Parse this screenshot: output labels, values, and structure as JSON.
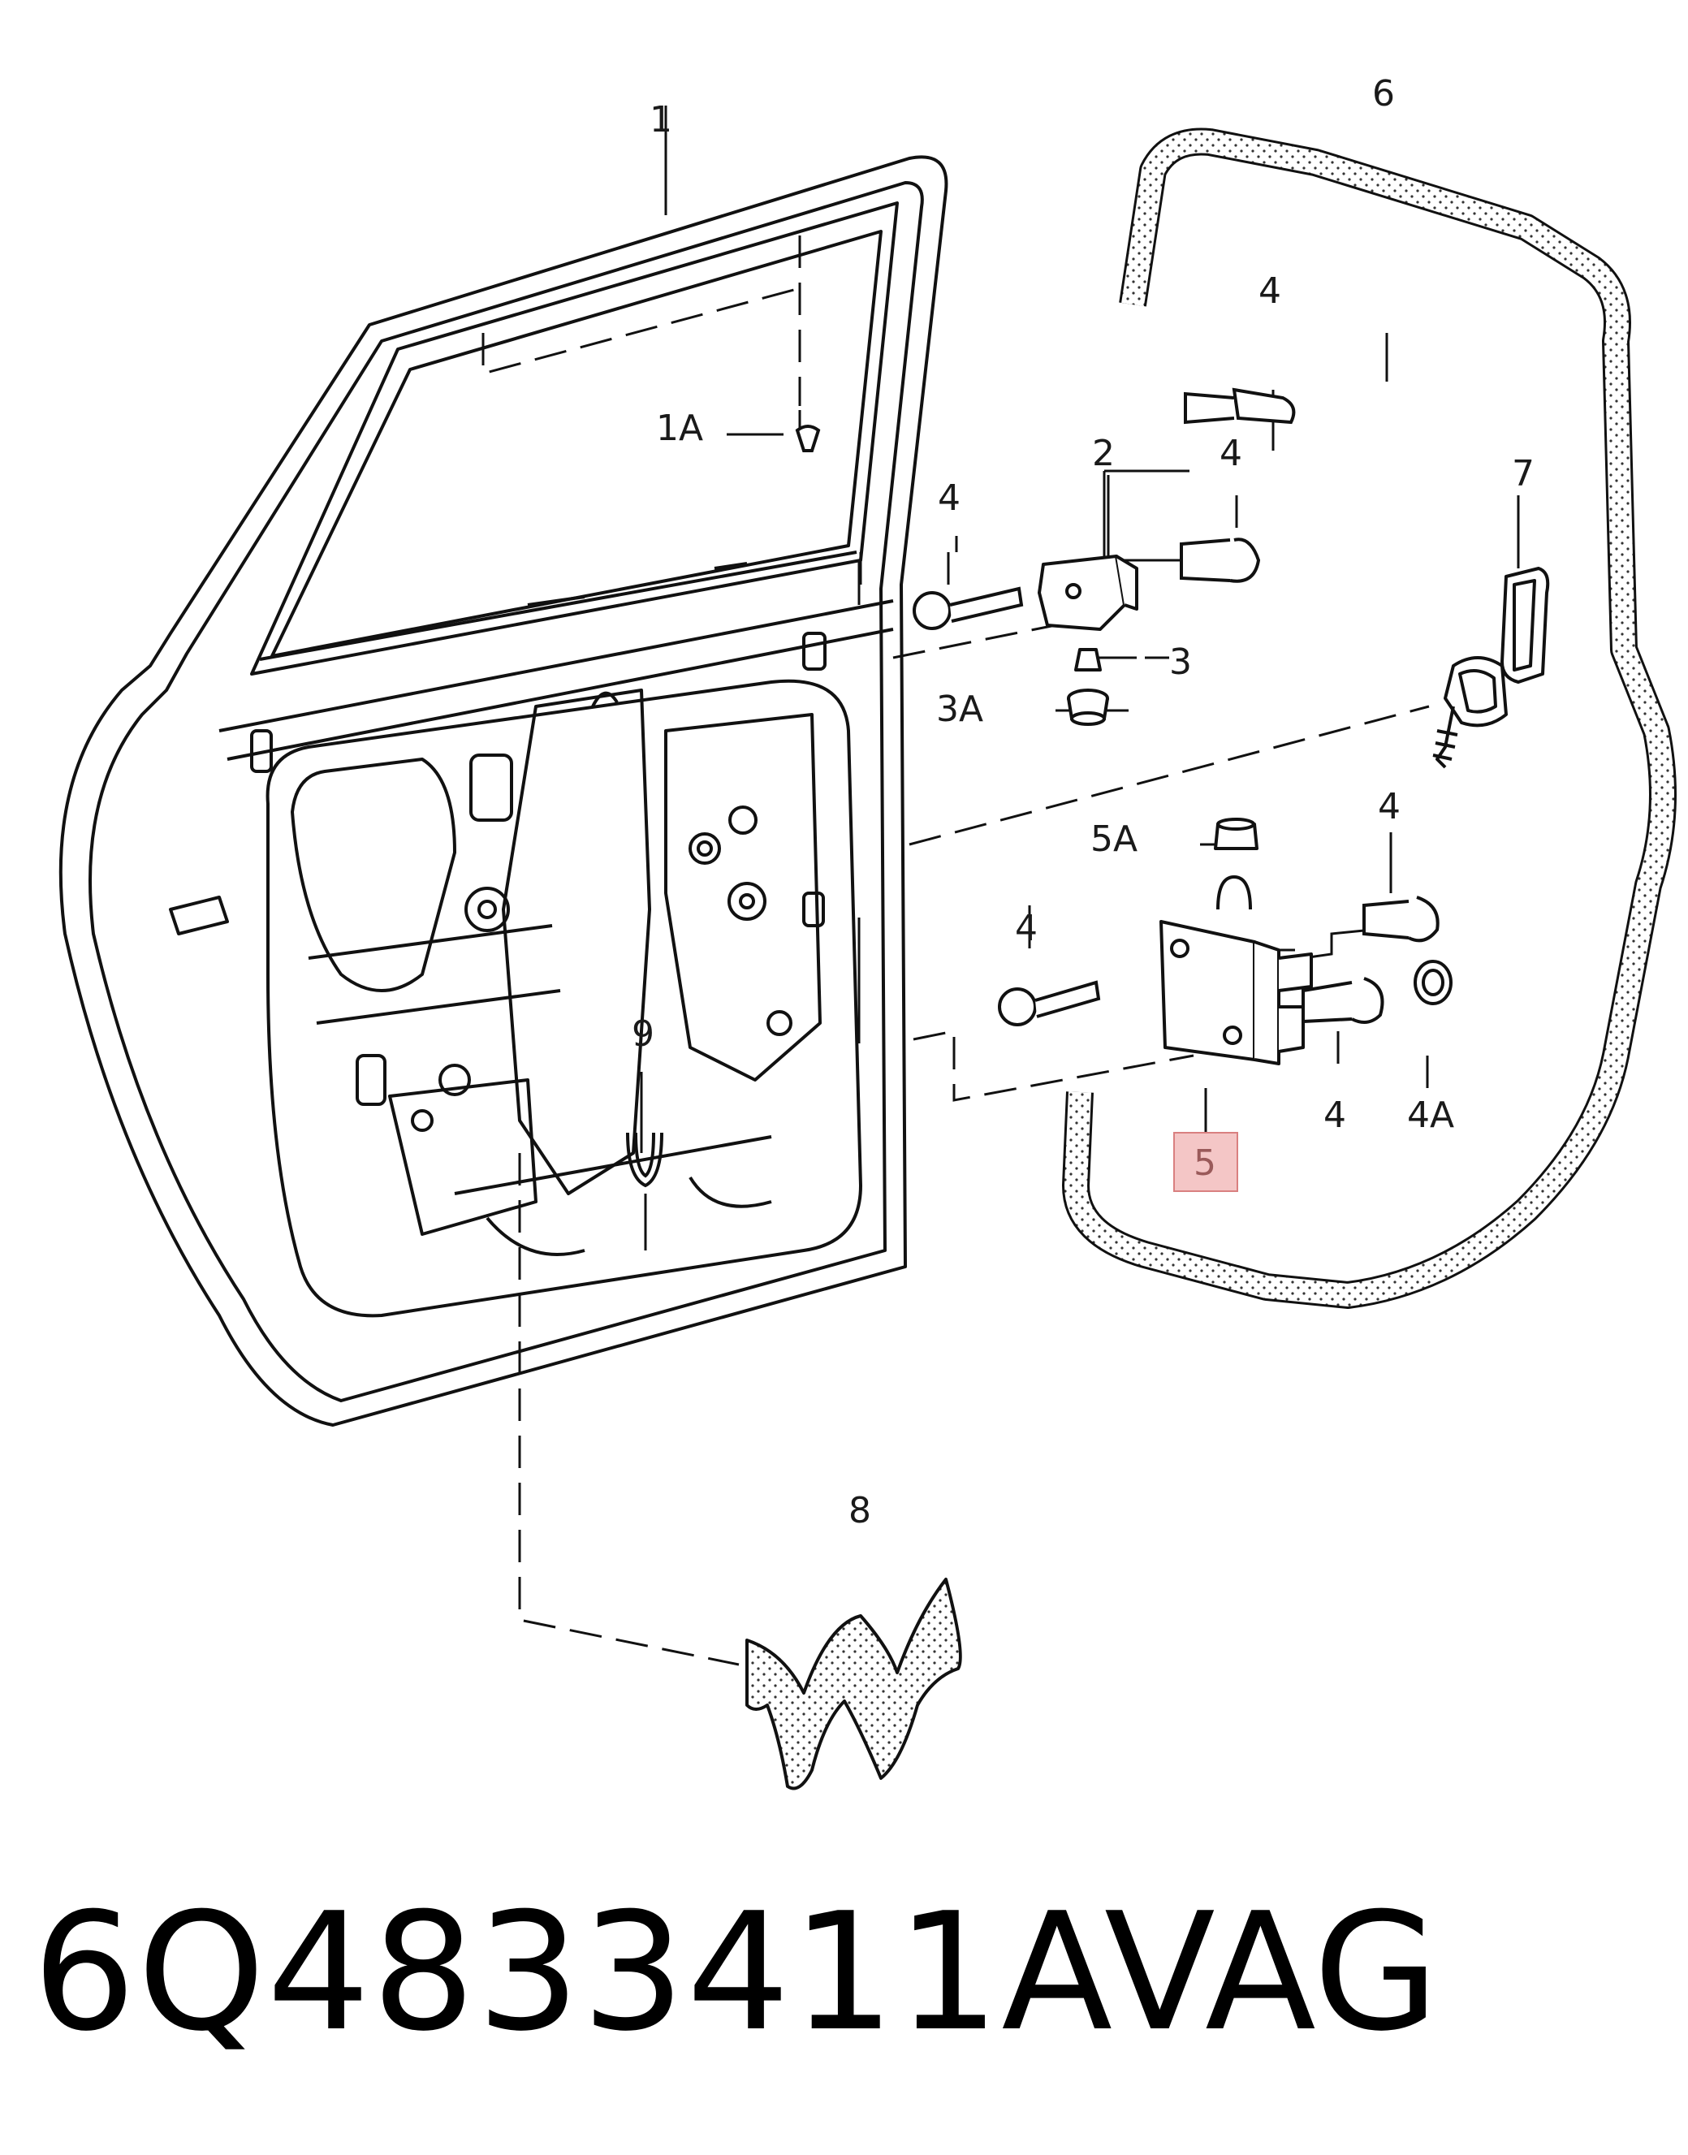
{
  "diagram": {
    "callouts": {
      "c1": "1",
      "c1A": "1A",
      "c2": "2",
      "c3": "3",
      "c3A": "3A",
      "c4a": "4",
      "c4b": "4",
      "c4c": "4",
      "c4d": "4",
      "c4e": "4",
      "c4f": "4",
      "c4A": "4A",
      "c5": "5",
      "c5A": "5A",
      "c6": "6",
      "c7": "7",
      "c8": "8",
      "c9": "9"
    },
    "highlight_color": "#f4c6c6",
    "highlight_border": "#d98080"
  },
  "footer": {
    "part_number": "6Q4833411A",
    "brand": "VAG"
  }
}
